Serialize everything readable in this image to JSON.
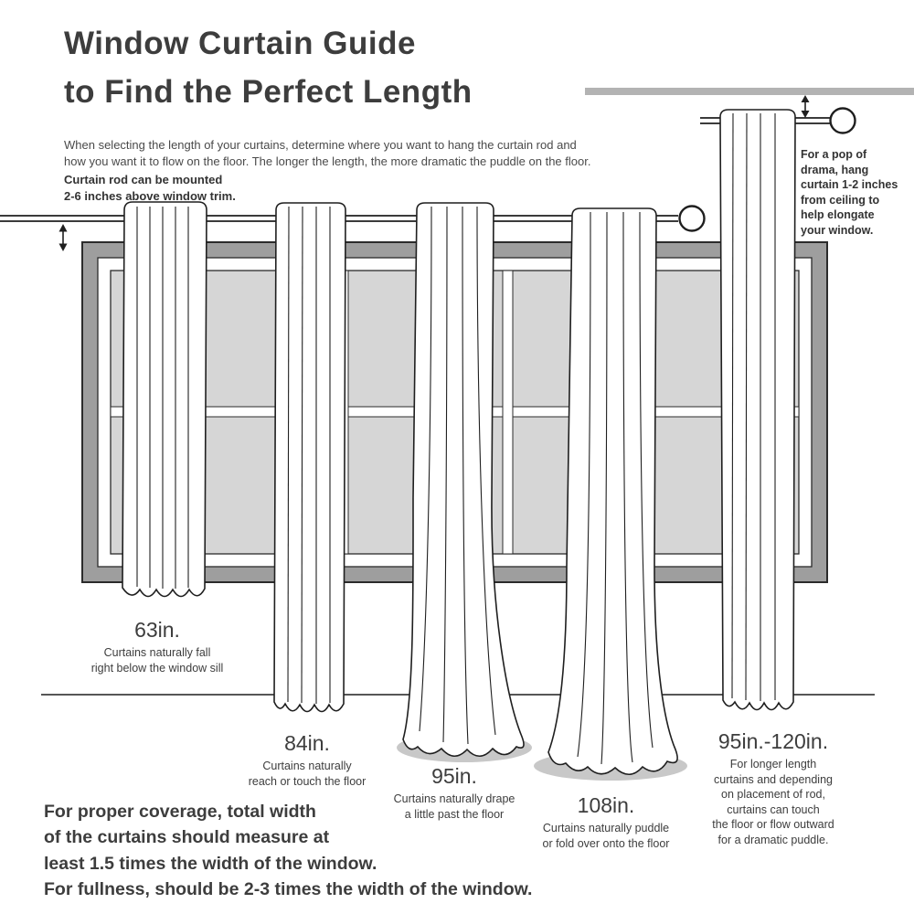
{
  "title": "Window Curtain Guide\nto Find the Perfect Length",
  "intro": "When selecting the length of your curtains, determine where you want to hang the curtain rod and\nhow you want it to flow on the floor. The longer the length, the more dramatic the puddle on the floor.",
  "rod_note": "Curtain rod can be mounted\n2-6 inches above window trim.",
  "drama_note": "For a pop of\ndrama, hang\ncurtain 1-2 inches\nfrom ceiling to\nhelp elongate\nyour window.",
  "curtains": [
    {
      "length": "63in.",
      "desc": "Curtains naturally fall\nright below the window sill"
    },
    {
      "length": "84in.",
      "desc": "Curtains naturally\nreach or touch the floor"
    },
    {
      "length": "95in.",
      "desc": "Curtains naturally drape\na little past the floor"
    },
    {
      "length": "108in.",
      "desc": "Curtains naturally puddle\nor fold over onto the floor"
    },
    {
      "length": "95in.-120in.",
      "desc": "For longer length\ncurtains and depending\non placement of rod,\ncurtains can touch\nthe floor or flow outward\nfor a dramatic puddle."
    }
  ],
  "footer": "For proper coverage, total width\nof the curtains should measure at\nleast 1.5 times the width of the window.\nFor fullness, should be 2-3 times the width of the window.",
  "icons": {
    "spacing_arrow": "double-headed-vertical-arrow",
    "rod_finial": "ball-finial"
  },
  "colors": {
    "frame_gray": "#9e9e9e",
    "glass_gray": "#d6d6d6",
    "ceiling_gray": "#b3b3b3",
    "shadow_gray": "#c8c8c8",
    "line_black": "#1f1f1f",
    "text_dark": "#3d3d3d"
  }
}
